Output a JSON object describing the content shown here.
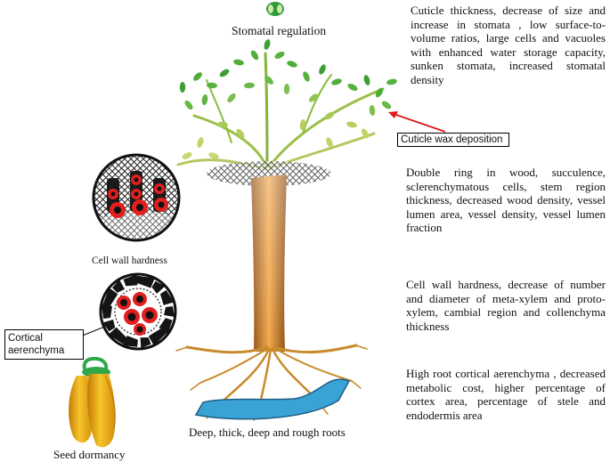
{
  "labels": {
    "stomatal_regulation": "Stomatal regulation",
    "cell_wall_hardness": "Cell wall hardness",
    "cuticle_wax_deposition": "Cuticle wax deposition",
    "cortical_aerenchyma": "Cortical aerenchyma",
    "roots": "Deep, thick, deep and  rough roots",
    "seed_dormancy": "Seed dormancy"
  },
  "descriptions": {
    "leaf": "Cuticle thickness, decrease of size and increase in stomata , low surface-to-volume ratios, large cells and vacuoles with enhanced water storage capacity, sunken stomata, increased stomatal density",
    "stem": "Double ring in wood, succulence, sclerenchymatous cells, stem region thickness, decreased wood density, vessel lumen area, vessel density, vessel lumen fraction",
    "xylem": "Cell wall  hardness, decrease of number and diameter of meta-xylem and proto-xylem, cambial region and collenchyma thickness",
    "root": "High root cortical aerenchyma , decreased metabolic cost, higher percentage of cortex area, percentage of stele and endodermis area"
  },
  "colors": {
    "trunk_light": "#f2a84a",
    "trunk_dark": "#8a4a12",
    "leaf_green": "#4fae3a",
    "leaf_light": "#b6cf5e",
    "root_gold": "#c88a2a",
    "water_blue": "#3aa3d6",
    "cell_red": "#e0201e",
    "arrow_red": "#e01818",
    "pepper_yellow": "#f2b51a",
    "pepper_stem": "#2fa84a"
  }
}
